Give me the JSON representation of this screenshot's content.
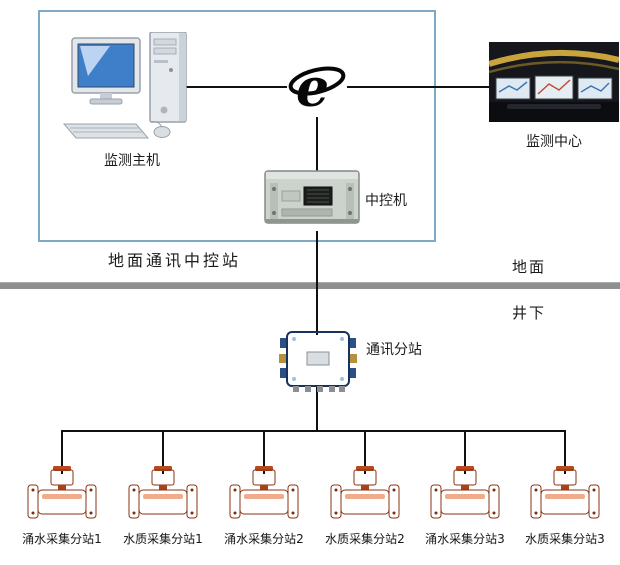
{
  "ground_station": {
    "label": "地面通讯中控站"
  },
  "nodes": {
    "monitor_host": {
      "label": "监测主机"
    },
    "monitor_center": {
      "label": "监测中心"
    },
    "central_control": {
      "label": "中控机"
    },
    "comm_substation": {
      "label": "通讯分站"
    }
  },
  "zones": {
    "surface": "地面",
    "underground": "井下"
  },
  "substations": [
    {
      "label": "涌水采集分站1"
    },
    {
      "label": "水质采集分站1"
    },
    {
      "label": "涌水采集分站2"
    },
    {
      "label": "水质采集分站2"
    },
    {
      "label": "涌水采集分站3"
    },
    {
      "label": "水质采集分站3"
    }
  ],
  "icons": {
    "internet": "ie-globe-icon",
    "host": "desktop-computer-icon",
    "rack": "rack-server-icon",
    "substation": "comm-substation-icon",
    "sensor": "flow-sensor-icon"
  },
  "colors": {
    "box_border": "#7fa9c4",
    "divider_gray": "#8e9090",
    "connector_line": "#101010",
    "sensor_orange": "#cc5526",
    "substation_blue": "#35639f"
  }
}
